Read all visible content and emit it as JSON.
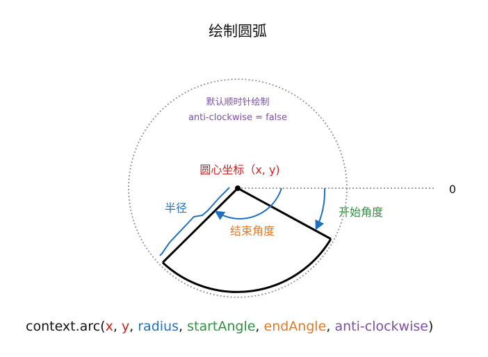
{
  "title": "绘制圆弧",
  "annotations": {
    "default_direction": "默认顺时针绘制",
    "anticlockwise_value": "anti-clockwise = false",
    "center_label": "圆心坐标（x, y)",
    "radius_label": "半径",
    "start_angle_label": "开始角度",
    "end_angle_label": "结束角度",
    "zero_label": "0"
  },
  "signature": {
    "prefix": "context.arc(",
    "x": "x",
    "y": "y",
    "radius": "radius",
    "start_angle": "startAngle",
    "end_angle": "endAngle",
    "anticlockwise": "anti-clockwise",
    "separator": ", ",
    "suffix": ")"
  },
  "colors": {
    "text": "#111111",
    "guide": "#999999",
    "default_direction": "#7b4fa2",
    "center": "#cc2020",
    "radius": "#1f6fbf",
    "start_angle": "#2f9040",
    "end_angle": "#e07a2a",
    "anticlockwise": "#7b4fa2"
  }
}
